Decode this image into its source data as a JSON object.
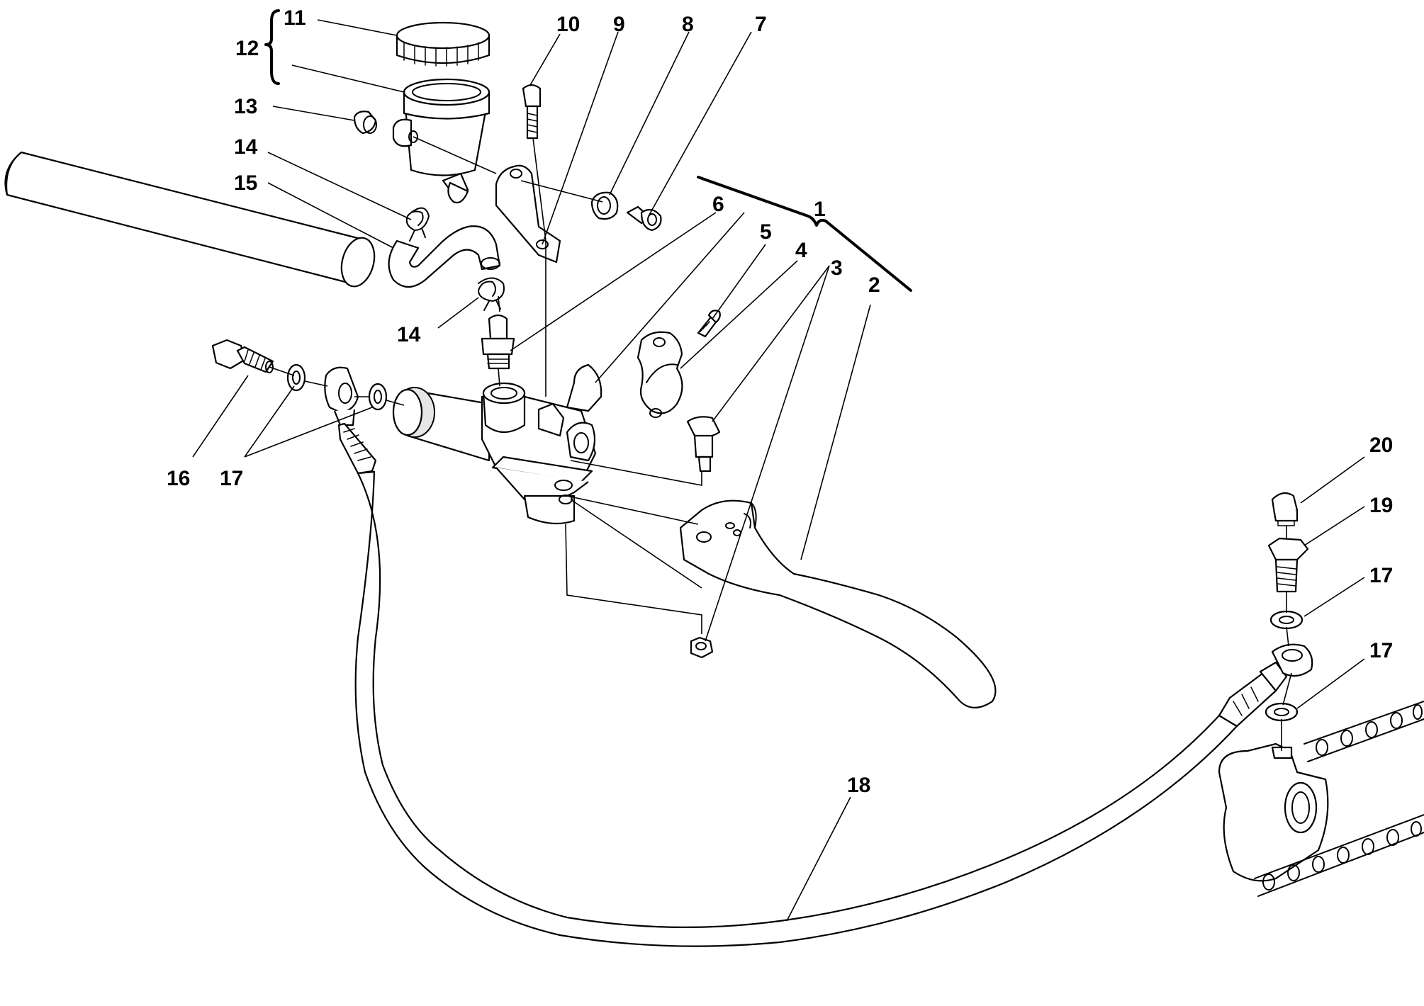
{
  "callouts": {
    "c1": "1",
    "c2": "2",
    "c3": "3",
    "c4": "4",
    "c5": "5",
    "c6": "6",
    "c7": "7",
    "c8": "8",
    "c9": "9",
    "c10": "10",
    "c11": "11",
    "c12": "12",
    "c13": "13",
    "c14a": "14",
    "c14b": "14",
    "c15": "15",
    "c16": "16",
    "c17a": "17",
    "c17b": "17",
    "c17c": "17",
    "c18": "18",
    "c19": "19",
    "c20": "20"
  }
}
